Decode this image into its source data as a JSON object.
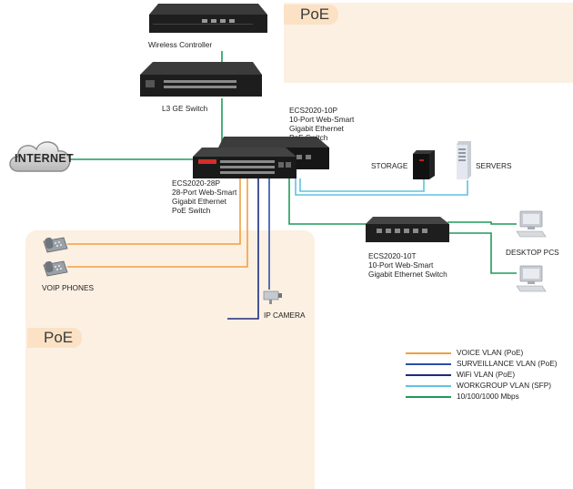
{
  "poe_labels": [
    "PoE",
    "PoE"
  ],
  "devices": {
    "wireless_controller": {
      "lines": [
        "Wireless Controller"
      ]
    },
    "l3_switch": {
      "lines": [
        "L3 GE Switch"
      ]
    },
    "ecs2020_10p": {
      "lines": [
        "ECS2020-10P",
        "10-Port Web-Smart",
        "Gigabit Ethernet",
        "PoE Switch"
      ]
    },
    "ecs2020_28p": {
      "lines": [
        "ECS2020-28P",
        "28-Port Web-Smart",
        "Gigabit Ethernet",
        "PoE Switch"
      ]
    },
    "ecs2020_10t": {
      "lines": [
        "ECS2020-10T",
        "10-Port Web-Smart",
        "Gigabit Ethernet Switch"
      ]
    },
    "internet": {
      "label": "INTERNET"
    },
    "storage": {
      "label": "STORAGE"
    },
    "servers": {
      "label": "SERVERS"
    },
    "desktop_pcs": {
      "label": "DESKTOP PCS"
    },
    "voip_phones": {
      "label": "VOIP PHONES"
    },
    "ip_camera": {
      "label": "IP CAMERA"
    }
  },
  "legend": [
    {
      "label": "VOICE VLAN (PoE)",
      "color": "#f0a040"
    },
    {
      "label": "SURVEILLANCE VLAN (PoE)",
      "color": "#2a4fa8"
    },
    {
      "label": "WiFi VLAN (PoE)",
      "color": "#1c2a80"
    },
    {
      "label": "WORKGROUP VLAN (SFP)",
      "color": "#5fc2e0"
    },
    {
      "label": "10/100/1000 Mbps",
      "color": "#1f9a5a"
    }
  ]
}
